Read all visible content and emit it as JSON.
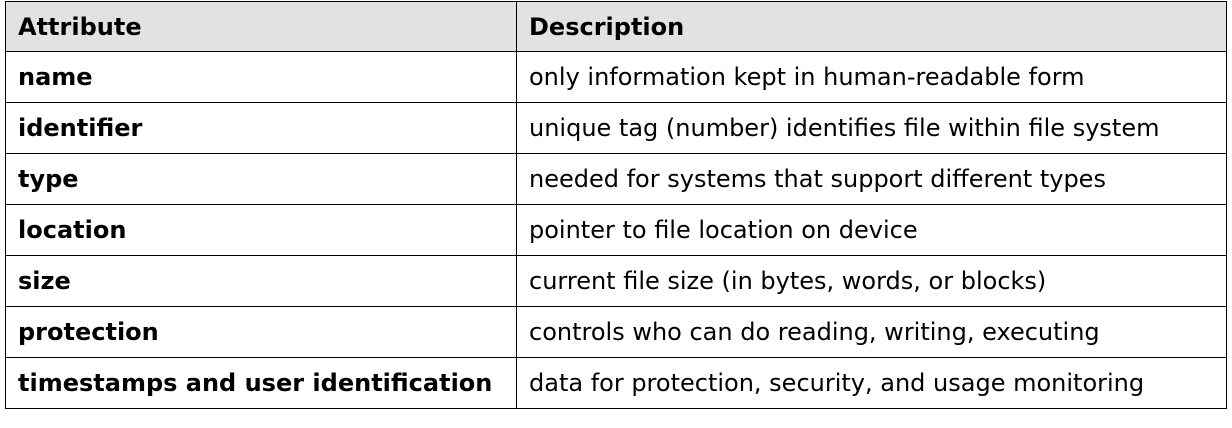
{
  "table": {
    "headers": [
      "Attribute",
      "Description"
    ],
    "rows": [
      {
        "attribute": "name",
        "description": "only information kept in human-readable form"
      },
      {
        "attribute": "identifier",
        "description": "unique tag (number) identifies file within file system"
      },
      {
        "attribute": "type",
        "description": "needed for systems that support different types"
      },
      {
        "attribute": "location",
        "description": "pointer to file location on device"
      },
      {
        "attribute": "size",
        "description": "current file size (in bytes, words, or blocks)"
      },
      {
        "attribute": "protection",
        "description": "controls who can do reading, writing, executing"
      },
      {
        "attribute": "timestamps and user identification",
        "description": "data for protection, security, and usage monitoring"
      }
    ]
  },
  "colors": {
    "header_background": "#e2e2e2",
    "border": "#000000",
    "text": "#000000"
  }
}
